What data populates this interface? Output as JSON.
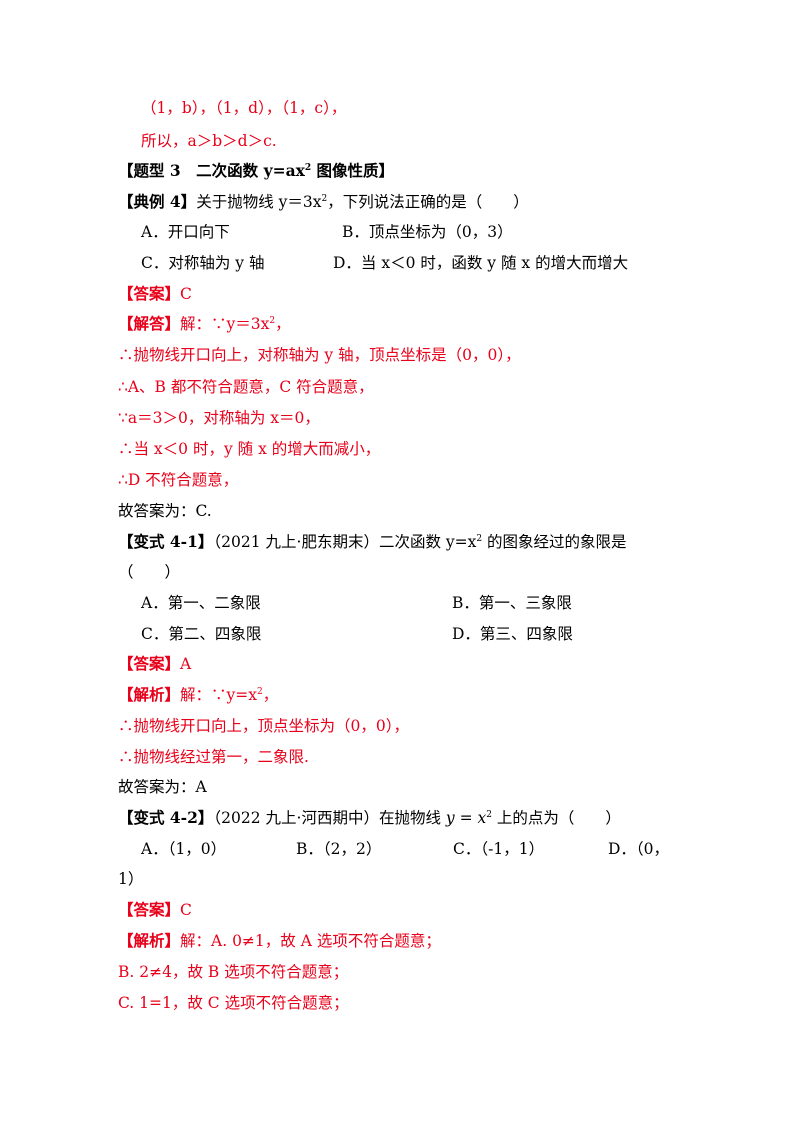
{
  "prev": {
    "line1": "（1，b），（1，d），（1，c），",
    "line2": "所以，a＞b＞d＞c."
  },
  "section": {
    "title_pre": "【题型 3　二次函数 y=ax",
    "title_sup": "2",
    "title_post": " 图像性质】"
  },
  "example4": {
    "tag": "【典例 4】",
    "q_pre": "关于抛物线 y＝3x",
    "q_sup": "2",
    "q_post": "，下列说法正确的是（　　）",
    "opt_a": "A．开口向下",
    "opt_b": "B．顶点坐标为（0，3）",
    "opt_c": "C．对称轴为 y 轴",
    "opt_d": "D．当 x＜0 时，函数 y 随 x 的增大而增大",
    "answer_tag": "【答案】",
    "answer": "C",
    "sol_tag": "【解答】",
    "sol_first_pre": "解：∵y＝3x",
    "sol_first_sup": "2",
    "sol_first_post": "，",
    "sol_lines": [
      "∴抛物线开口向上，对称轴为 y 轴，顶点坐标是（0，0），",
      "∴A、B 都不符合题意，C 符合题意，",
      "∵a＝3＞0，对称轴为 x＝0，",
      "∴当 x＜0 时，y 随 x 的增大而减小，",
      "∴D 不符合题意，"
    ],
    "final": "故答案为：C."
  },
  "variant41": {
    "tag": "【变式 4-1】",
    "q_pre": "（2021 九上·肥东期末）二次函数 y=x",
    "q_sup": "2",
    "q_post": " 的图象经过的象限是",
    "q_cont": "（　　）",
    "opt_a": "A．第一、二象限",
    "opt_b": "B．第一、三象限",
    "opt_c": "C．第二、四象限",
    "opt_d": "D．第三、四象限",
    "answer_tag": "【答案】",
    "answer": "A",
    "sol_tag": "【解析】",
    "sol_first_pre": "解：∵y=x",
    "sol_first_sup": "2",
    "sol_first_post": "，",
    "sol_lines": [
      "∴抛物线开口向上，顶点坐标为（0，0），",
      "∴抛物线经过第一，二象限."
    ],
    "final": "故答案为：A"
  },
  "variant42": {
    "tag": "【变式 4-2】",
    "q_pre": "（2022 九上·河西期中）在抛物线 ",
    "q_math": "y = x",
    "q_sup": "2",
    "q_post": " 上的点为（　　）",
    "opt_a": "A．（1，0）",
    "opt_b": "B．（2，2）",
    "opt_c": "C．（-1，1）",
    "opt_d": "D．（0，",
    "opt_d_cont": "1）",
    "answer_tag": "【答案】",
    "answer": "C",
    "sol_tag": "【解析】",
    "sol_first": "解：A. 0≠1，故 A 选项不符合题意；",
    "sol_lines": [
      "B. 2≠4，故 B 选项不符合题意；",
      "C. 1=1，故 C 选项不符合题意；"
    ]
  },
  "colors": {
    "red": "#e8001a",
    "text": "#000000"
  }
}
